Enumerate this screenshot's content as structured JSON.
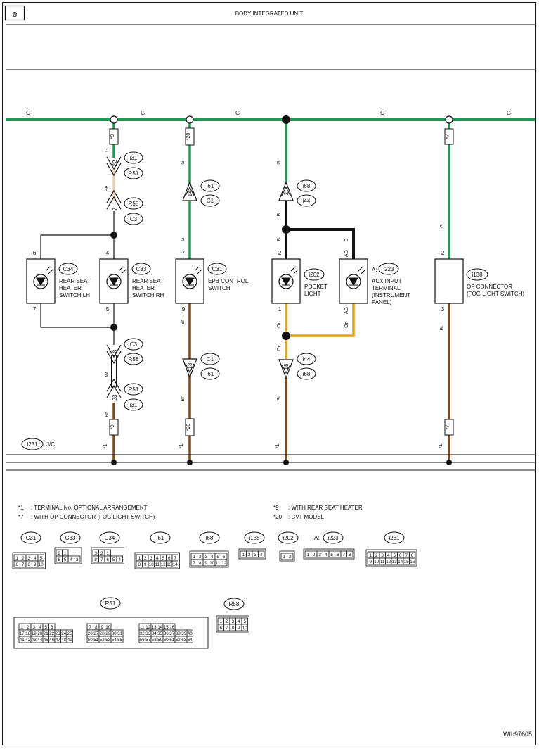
{
  "page": {
    "letter": "e",
    "title": "BODY INTEGRATED UNIT",
    "figure_id": "WIb97605",
    "jc_label": "J/C"
  },
  "wire_colors": {
    "G": "#1f9a55",
    "Br": "#7a4a1e",
    "B": "#111111",
    "Or": "#e6a224",
    "W": "#ffffff",
    "Be": "#e9d2b2"
  },
  "bus_labels": [
    "G",
    "G",
    "G",
    "G",
    "G"
  ],
  "badges": {
    "b9_top": "*9",
    "b20_top": "*20",
    "b7_top": "*7",
    "b9_bot": "*9",
    "b20_bot": "*20",
    "b7_bot": "*7",
    "s1a": "*1",
    "s1b": "*1",
    "s1c": "*1",
    "s1d": "*1"
  },
  "wire_labels": {
    "c1_G": "G",
    "c1_Be": "Be",
    "c1_W": "W",
    "c1_Br": "Br",
    "c2_G1": "G",
    "c2_G2": "G",
    "c2_Br1": "Br",
    "c2_Br2": "Br",
    "c3_G": "G",
    "c3_B1": "B",
    "c3_B2": "B",
    "c3_Or1": "Or",
    "c3_Or2": "Or",
    "c3_Br": "Br",
    "c4_B": "B",
    "c4_AG1": "AG",
    "c4_AG2": "AG",
    "c4_Or": "Or",
    "c5_G": "G",
    "c5_Br": "Br"
  },
  "pins": {
    "p22": "22",
    "p7a": "7",
    "p8": "8",
    "p23": "23",
    "p14": "14",
    "p13": "13",
    "p2a": "2",
    "p18": "18",
    "c34_top": "6",
    "c34_bot": "7",
    "c33_top": "4",
    "c33_bot": "5",
    "c31_top": "7",
    "c31_bot": "9",
    "i202_top": "2",
    "i202_bot": "1",
    "i223_top": "AG",
    "i223_bot": "AG",
    "i138_top": "2",
    "i138_bot": "3"
  },
  "connector_tags": {
    "t_i31a": "i31",
    "t_R51a": "R51",
    "t_R58a": "R58",
    "t_C3a": "C3",
    "t_C3b": "C3",
    "t_R58b": "R58",
    "t_R51b": "R51",
    "t_i31b": "i31",
    "t_i61a": "i61",
    "t_C1a": "C1",
    "t_C1b": "C1",
    "t_i61b": "i61",
    "t_i68a": "i68",
    "t_i44a": "i44",
    "t_i44b": "i44",
    "t_i68b": "i68",
    "t_i231": "i231"
  },
  "components": [
    {
      "tag": "C34",
      "label": [
        "REAR SEAT",
        "HEATER",
        "SWITCH LH"
      ]
    },
    {
      "tag": "C33",
      "label": [
        "REAR SEAT",
        "HEATER",
        "SWITCH RH"
      ]
    },
    {
      "tag": "C31",
      "label": [
        "EPB CONTROL",
        "SWITCH"
      ]
    },
    {
      "tag": "i202",
      "label": [
        "POCKET",
        "LIGHT"
      ]
    },
    {
      "tag": "i223",
      "prefix": "A:",
      "label": [
        "AUX INPUT",
        "TERMINAL",
        "(INSTRUMENT",
        "PANEL)"
      ]
    },
    {
      "tag": "i138",
      "label": [
        "OP CONNECTOR",
        "(FOG LIGHT SWITCH)"
      ]
    }
  ],
  "notes": [
    {
      "mark": "*1",
      "text": ": TERMINAL No. OPTIONAL ARRANGEMENT"
    },
    {
      "mark": "*7",
      "text": ": WITH OP CONNECTOR (FOG LIGHT SWITCH)"
    },
    {
      "mark": "*9",
      "text": ": WITH REAR SEAT HEATER"
    },
    {
      "mark": "*20",
      "text": ": CVT MODEL"
    }
  ],
  "connector_views": {
    "C31": {
      "tag": "C31",
      "rows": [
        [
          "1",
          "2",
          "3",
          "4",
          "5"
        ],
        [
          "6",
          "7",
          "8",
          "9",
          "10"
        ]
      ]
    },
    "C33": {
      "tag": "C33",
      "rows": [
        [
          "2",
          "1"
        ],
        [
          "6",
          "5",
          "4",
          "3"
        ]
      ]
    },
    "C34": {
      "tag": "C34",
      "rows": [
        [
          "3",
          "2",
          "1"
        ],
        [
          "8",
          "7",
          "6",
          "5",
          "4"
        ]
      ]
    },
    "i61": {
      "tag": "i61",
      "rows": [
        [
          "1",
          "2",
          "3",
          "4",
          "5",
          "6",
          "7"
        ],
        [
          "8",
          "9",
          "10",
          "11",
          "12",
          "13",
          "14"
        ]
      ]
    },
    "i68": {
      "tag": "i68",
      "rows": [
        [
          "1",
          "2",
          "3",
          "4",
          "5",
          "6"
        ],
        [
          "7",
          "8",
          "9",
          "10",
          "11",
          "12"
        ]
      ]
    },
    "i138": {
      "tag": "i138",
      "rows": [
        [
          "1",
          "2",
          "3",
          "4"
        ]
      ]
    },
    "i202": {
      "tag": "i202",
      "rows": [
        [
          "1",
          "2"
        ]
      ]
    },
    "i223": {
      "tag": "i223",
      "prefix": "A:",
      "rows": [
        [
          "1",
          "2",
          "3",
          "4",
          "5",
          "6",
          "7",
          "8"
        ]
      ]
    },
    "i231": {
      "tag": "i231",
      "rows": [
        [
          "1",
          "2",
          "3",
          "4",
          "5",
          "6",
          "7",
          "8"
        ],
        [
          "9",
          "10",
          "11",
          "12",
          "13",
          "14",
          "15",
          "16"
        ]
      ]
    },
    "R58": {
      "tag": "R58",
      "rows": [
        [
          "1",
          "2",
          "3",
          "4",
          "5"
        ],
        [
          "6",
          "7",
          "8",
          "9",
          "10"
        ]
      ]
    },
    "R51": {
      "tag": "R51",
      "blocks": [
        {
          "rows": [
            [
              "1",
              "2",
              "3",
              "4",
              "5",
              "6"
            ],
            [
              "17",
              "18",
              "19",
              "20",
              "21",
              "22",
              "23",
              "24",
              "25"
            ],
            [
              "41",
              "42",
              "43",
              "44",
              "45",
              "46",
              "47",
              "48",
              "49"
            ]
          ]
        },
        {
          "rows": [
            [
              "7",
              "8",
              "9",
              "10"
            ],
            [
              "26",
              "27",
              "28",
              "29",
              "30",
              "31"
            ],
            [
              "50",
              "51",
              "52",
              "53",
              "54",
              "55"
            ]
          ]
        },
        {
          "rows": [
            [
              "11",
              "12",
              "13",
              "14",
              "15",
              "16"
            ],
            [
              "32",
              "33",
              "34",
              "35",
              "36",
              "37",
              "38",
              "39",
              "40"
            ],
            [
              "56",
              "57",
              "58",
              "59",
              "60",
              "61",
              "62",
              "63",
              "64"
            ]
          ]
        }
      ]
    }
  }
}
